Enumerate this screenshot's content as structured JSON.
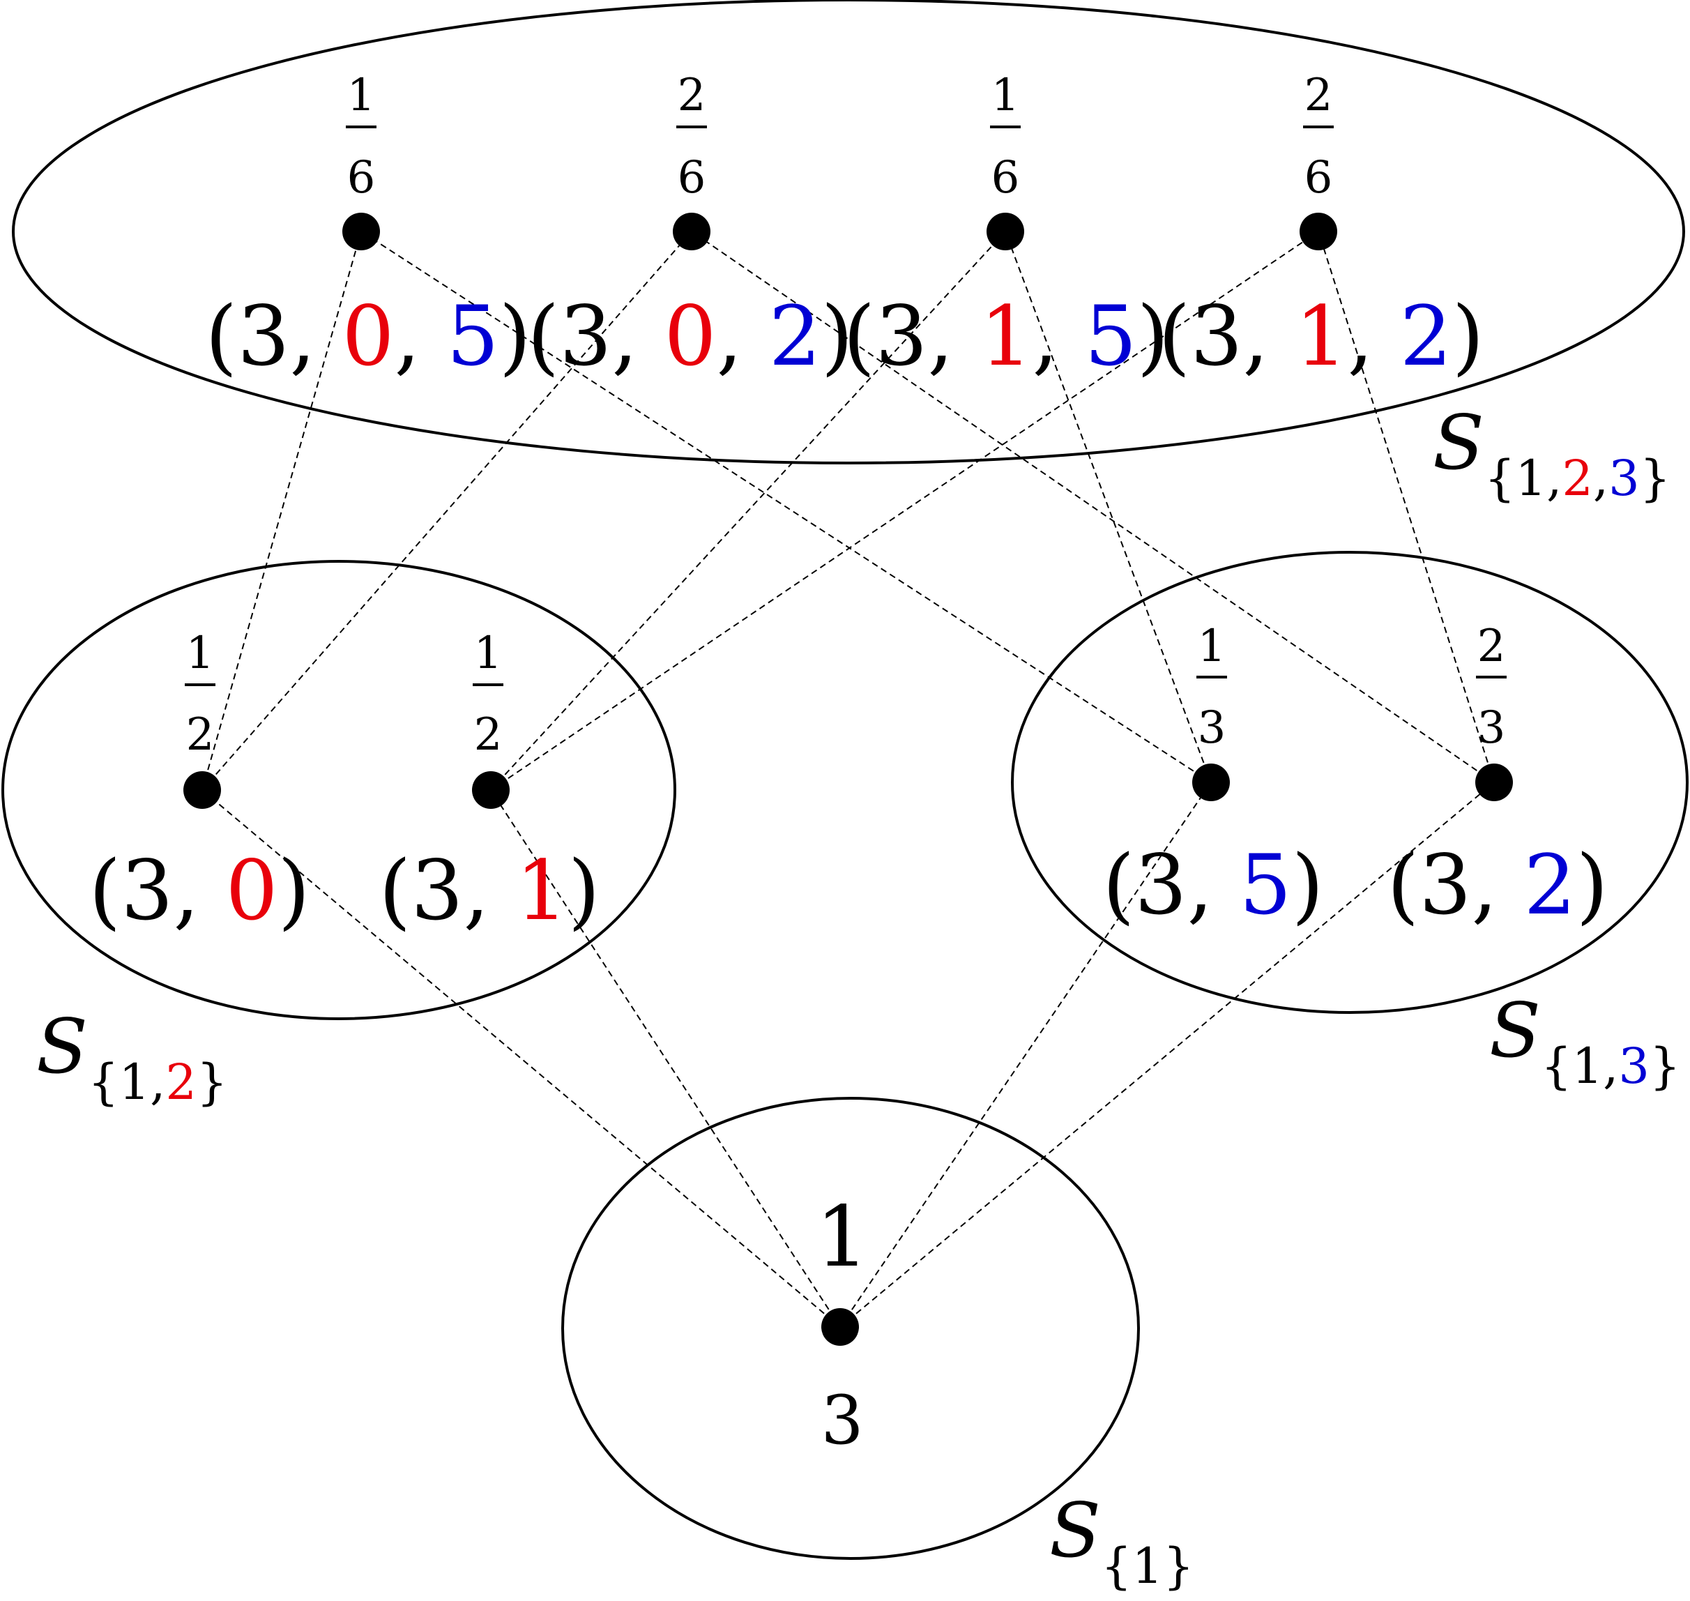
{
  "colors": {
    "red": "#e8000b",
    "blue": "#0000d4",
    "black": "#000000"
  },
  "sets": {
    "s123": {
      "letter": "S",
      "open": "{1,",
      "c2": "2",
      "comma": ",",
      "c3": "3",
      "close": "}"
    },
    "s12": {
      "letter": "S",
      "open": "{1,",
      "c2": "2",
      "close": "}"
    },
    "s13": {
      "letter": "S",
      "open": "{1,",
      "c3": "3",
      "close": "}"
    },
    "s1": {
      "letter": "S",
      "sub": "{1}"
    }
  },
  "top_nodes": [
    {
      "num": "1",
      "den": "6",
      "first": "3",
      "mid": "0",
      "last": "5"
    },
    {
      "num": "2",
      "den": "6",
      "first": "3",
      "mid": "0",
      "last": "2"
    },
    {
      "num": "1",
      "den": "6",
      "first": "3",
      "mid": "1",
      "last": "5"
    },
    {
      "num": "2",
      "den": "6",
      "first": "3",
      "mid": "1",
      "last": "2"
    }
  ],
  "left_nodes": [
    {
      "num": "1",
      "den": "2",
      "first": "3",
      "mid": "0"
    },
    {
      "num": "1",
      "den": "2",
      "first": "3",
      "mid": "1"
    }
  ],
  "right_nodes": [
    {
      "num": "1",
      "den": "3",
      "first": "3",
      "last": "5"
    },
    {
      "num": "2",
      "den": "3",
      "first": "3",
      "last": "2"
    }
  ],
  "bottom_node": {
    "prob": "1",
    "value": "3"
  }
}
